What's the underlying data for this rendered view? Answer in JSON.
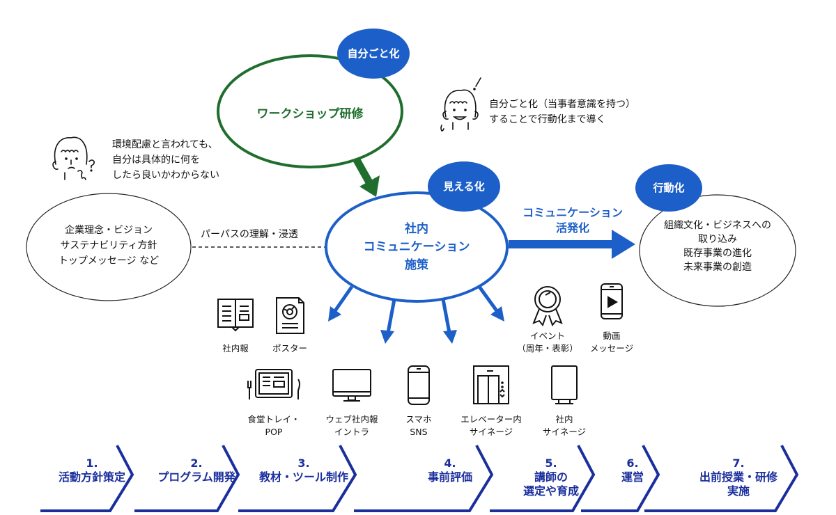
{
  "colors": {
    "blue": "#1d5fc8",
    "green": "#1f6e2e",
    "navy": "#1a2e9c",
    "black": "#111111"
  },
  "workshop": {
    "badge": "自分ごと化",
    "label": "ワークショップ研修"
  },
  "person_happy": {
    "icon": "person-exclaim-icon",
    "lines": [
      "自分ごと化（当事者意識を持つ）",
      "することで行動化まで導く"
    ]
  },
  "person_confused": {
    "icon": "person-question-icon",
    "lines": [
      "環境配慮と言われても、",
      "自分は具体的に何を",
      "したら良いかわからない"
    ]
  },
  "left_ellipse": {
    "lines": [
      "企業理念・ビジョン",
      "サステナビリティ方針",
      "トップメッセージ など"
    ]
  },
  "dashed_label": "パーパスの理解・浸透",
  "center": {
    "badge": "見える化",
    "lines": [
      "社内",
      "コミュニケーション",
      "施策"
    ]
  },
  "arrow_label": [
    "コミュニケーション",
    "活発化"
  ],
  "right_ellipse": {
    "badge": "行動化",
    "lines": [
      "組織文化・ビジネスへの",
      "取り込み",
      "既存事業の進化",
      "未来事業の創造"
    ]
  },
  "media_top": [
    {
      "icon": "book-icon",
      "lines": [
        "社内報"
      ]
    },
    {
      "icon": "poster-icon",
      "lines": [
        "ポスター"
      ]
    },
    {
      "icon": "medal-icon",
      "lines": [
        "イベント",
        "（周年・表彰）"
      ]
    },
    {
      "icon": "phone-video-icon",
      "lines": [
        "動画",
        "メッセージ"
      ]
    }
  ],
  "media_bottom": [
    {
      "icon": "tray-icon",
      "lines": [
        "食堂トレイ・",
        "POP"
      ]
    },
    {
      "icon": "monitor-icon",
      "lines": [
        "ウェブ社内報",
        "イントラ"
      ]
    },
    {
      "icon": "smartphone-icon",
      "lines": [
        "スマホ",
        "SNS"
      ]
    },
    {
      "icon": "elevator-icon",
      "lines": [
        "エレベーター内",
        "サイネージ"
      ]
    },
    {
      "icon": "signage-icon",
      "lines": [
        "社内",
        "サイネージ"
      ]
    }
  ],
  "steps": [
    {
      "num": "1.",
      "lines": [
        "活動方針策定"
      ]
    },
    {
      "num": "2.",
      "lines": [
        "プログラム開発"
      ]
    },
    {
      "num": "3.",
      "lines": [
        "教材・ツール制作"
      ]
    },
    {
      "num": "4.",
      "lines": [
        "事前評価"
      ]
    },
    {
      "num": "5.",
      "lines": [
        "講師の",
        "選定や育成"
      ]
    },
    {
      "num": "6.",
      "lines": [
        "運営"
      ]
    },
    {
      "num": "7.",
      "lines": [
        "出前授業・研修",
        "実施"
      ]
    }
  ]
}
